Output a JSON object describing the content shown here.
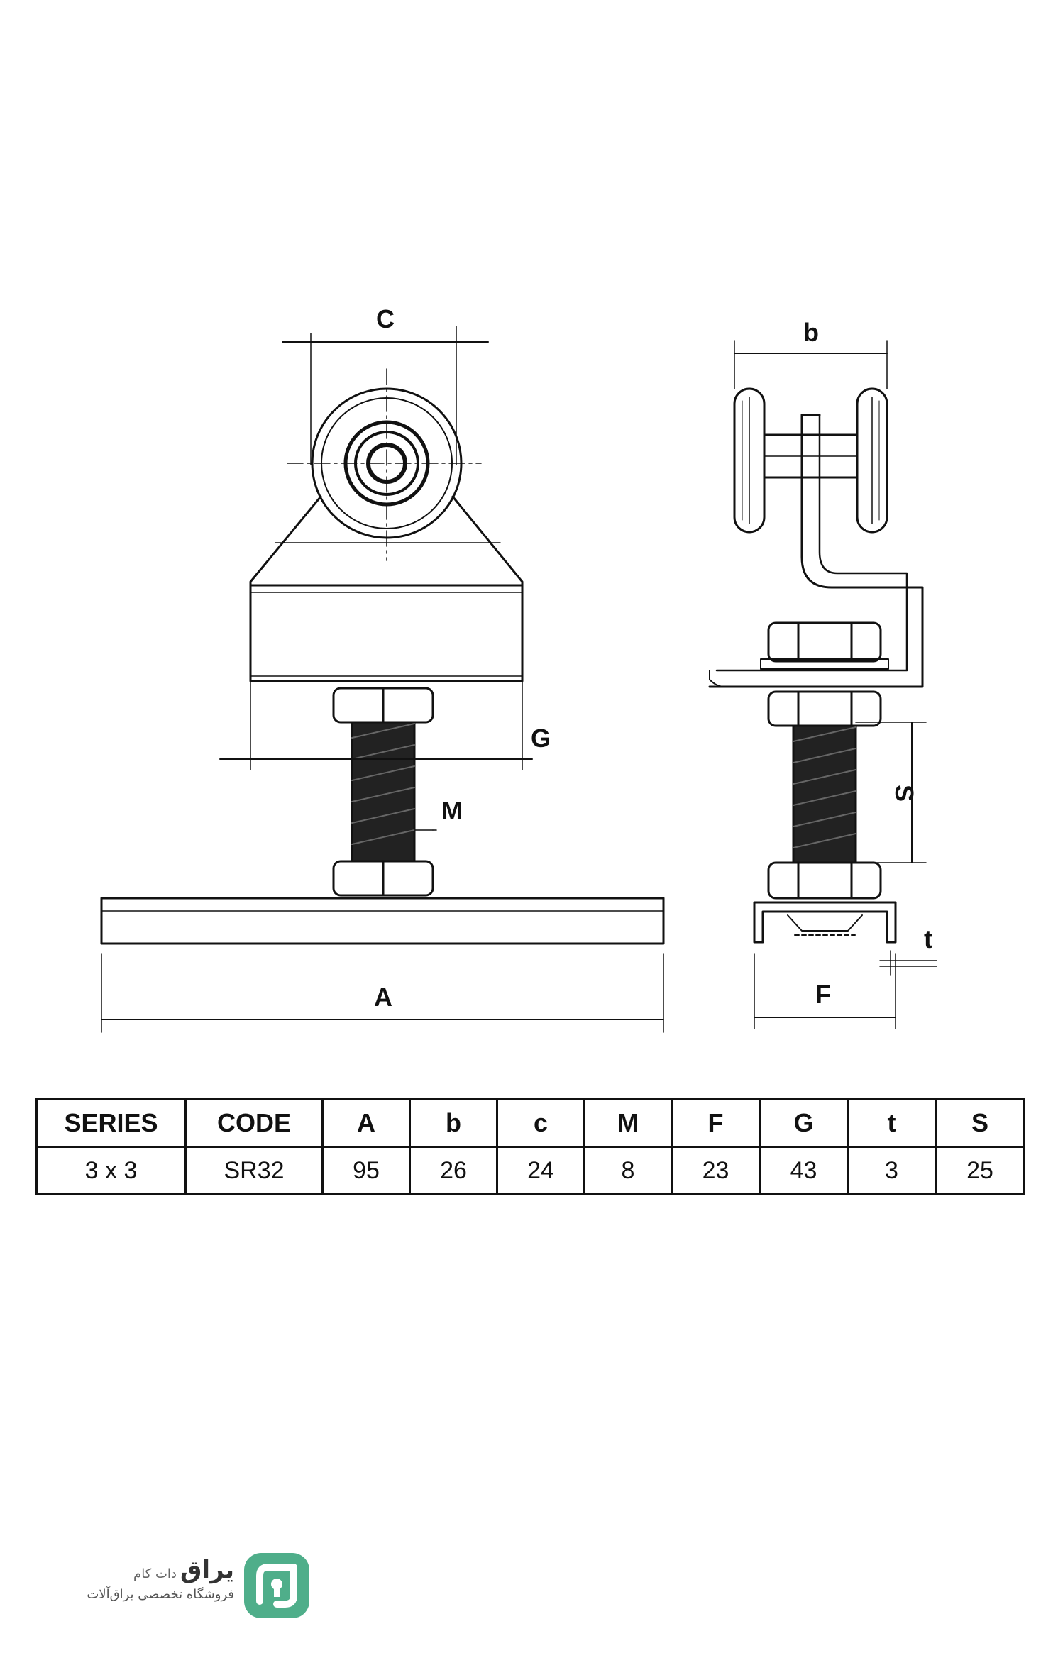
{
  "dimension_labels": {
    "c": "C",
    "b": "b",
    "g": "G",
    "m": "M",
    "s": "S",
    "t": "t",
    "a": "A",
    "f": "F"
  },
  "spec_table": {
    "headers": [
      "SERIES",
      "CODE",
      "A",
      "b",
      "c",
      "M",
      "F",
      "G",
      "t",
      "S"
    ],
    "row": [
      "3 x 3",
      "SR32",
      "95",
      "26",
      "24",
      "8",
      "23",
      "43",
      "3",
      "25"
    ]
  },
  "logo": {
    "name": "یراق",
    "suffix": "دات کام",
    "tagline": "فروشگاه تخصصی یراق‌آلات",
    "color": "#4fae8a"
  }
}
